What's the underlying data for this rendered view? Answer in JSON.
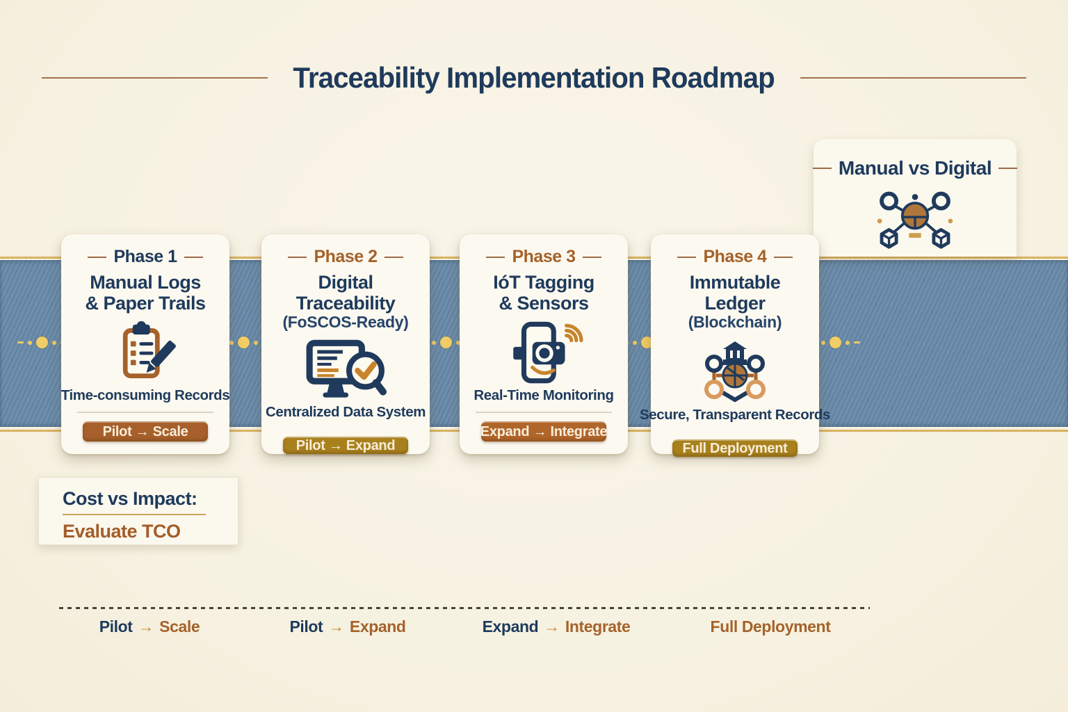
{
  "title": "Traceability Implementation Roadmap",
  "comparison_card": {
    "title": "Manual vs Digital",
    "icon": "network-globe-icon"
  },
  "phases": [
    {
      "label": "Phase 1",
      "title_line1": "Manual Logs",
      "title_line2": "& Paper Trails",
      "icon": "clipboard-pencil-icon",
      "description": "Time-consuming Records",
      "button_label": "Pilot → Scale"
    },
    {
      "label": "Phase 2",
      "title_line1": "Digital Traceability",
      "title_line2": "(FoSCOS-Ready)",
      "icon": "monitor-magnifier-icon",
      "description": "Centralized Data System",
      "button_label": "Pilot → Expand"
    },
    {
      "label": "Phase 3",
      "title_line1": "IóT Tagging",
      "title_line2": "& Sensors",
      "icon": "iot-sensor-wifi-icon",
      "description": "Real-Time Monitoring",
      "button_label": "Expand → Integrate"
    },
    {
      "label": "Phase 4",
      "title_line1": "Immutable Ledger",
      "title_line2": "(Blockchain)",
      "icon": "blockchain-ledger-icon",
      "description": "Secure, Transparent Records",
      "button_label": "Full Deployment"
    }
  ],
  "cost_box": {
    "heading": "Cost vs Impact:",
    "value": "Evaluate TCO"
  },
  "timeline": {
    "arrow": "→",
    "items": [
      {
        "from": "Pilot",
        "to": "Scale"
      },
      {
        "from": "Pilot",
        "to": "Expand"
      },
      {
        "from": "Expand",
        "to": "Integrate"
      },
      {
        "label": "Full Deployment"
      }
    ]
  },
  "theme": {
    "background_cream": "#f7f3e4",
    "card_background": "#fcf9f0",
    "navy_text": "#1e3a5c",
    "brown_text": "#a5622a",
    "gold_border_line": "#d9b260",
    "band_blue": "#6789a9",
    "dot_gold": "#eecb63",
    "button_brown": "#a7602b",
    "button_gold": "#a9811c",
    "button_rust": "#b0652a",
    "button_text": "#f8edda",
    "arrow_orange": "#c8842c"
  }
}
